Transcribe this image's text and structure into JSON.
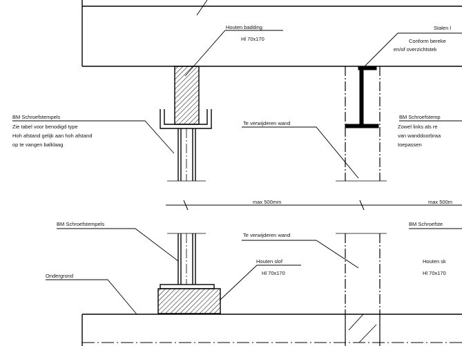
{
  "labels": {
    "houten_badding": [
      "Houten badding",
      "Hl 70x170"
    ],
    "stalen_ligger": [
      "Stalen l",
      "Conform bereke",
      "en/of overzichtstek"
    ],
    "bm_schroefstempels_top_left": [
      "BM Schroefstempels",
      "Zie tabel voor benodigd type",
      "Hoh afstand gelijk aan hoh afstand",
      "op te vangen balklaag"
    ],
    "te_verwijderen_wand_top": [
      "Te verwijderen wand"
    ],
    "bm_schroefstempels_top_right": [
      "BM Schroefstemp",
      "Zowel links als re",
      "van wanddoorbraa",
      "toepassen"
    ],
    "max_500mm_left": [
      "max 500mm"
    ],
    "max_500mm_right": [
      "max 500m"
    ],
    "bm_schroefstempels_bottom_left": [
      "BM Schroefstempels"
    ],
    "te_verwijderen_wand_bottom": [
      "Te verwijderen wand"
    ],
    "bm_schroefstempels_bottom_right": [
      "BM Schroefste"
    ],
    "houten_slof_left": [
      "Houten slof",
      "Hl 70x170"
    ],
    "houten_slof_right": [
      "Houten sk",
      "Hl 70x170"
    ],
    "ondergrond": [
      "Ondergrond"
    ]
  }
}
